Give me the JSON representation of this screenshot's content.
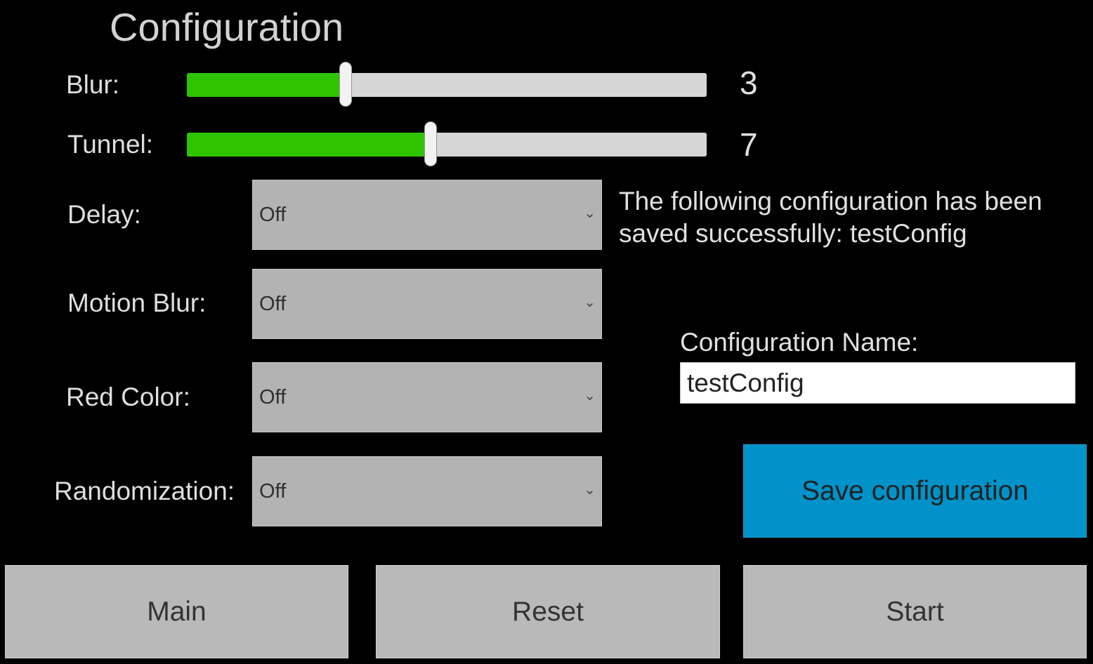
{
  "title": "Configuration",
  "sliders": {
    "blur": {
      "label": "Blur:",
      "value": "3",
      "fraction": 0.305
    },
    "tunnel": {
      "label": "Tunnel:",
      "value": "7",
      "fraction": 0.469
    }
  },
  "selects": {
    "delay": {
      "label": "Delay:",
      "selected": "Off"
    },
    "motion_blur": {
      "label": "Motion Blur:",
      "selected": "Off"
    },
    "red_color": {
      "label": "Red Color:",
      "selected": "Off"
    },
    "randomization": {
      "label": "Randomization:",
      "selected": "Off"
    }
  },
  "message": "The following configuration has been saved successfully: testConfig",
  "config_name": {
    "label": "Configuration Name:",
    "value": "testConfig"
  },
  "buttons": {
    "save": "Save configuration",
    "main": "Main",
    "reset": "Reset",
    "start": "Start"
  },
  "colors": {
    "slider_fill": "#2fc400",
    "slider_track": "#d6d6d6",
    "save_button": "#0092c8",
    "button": "#b9b9b9",
    "dropdown": "#b3b3b3"
  }
}
